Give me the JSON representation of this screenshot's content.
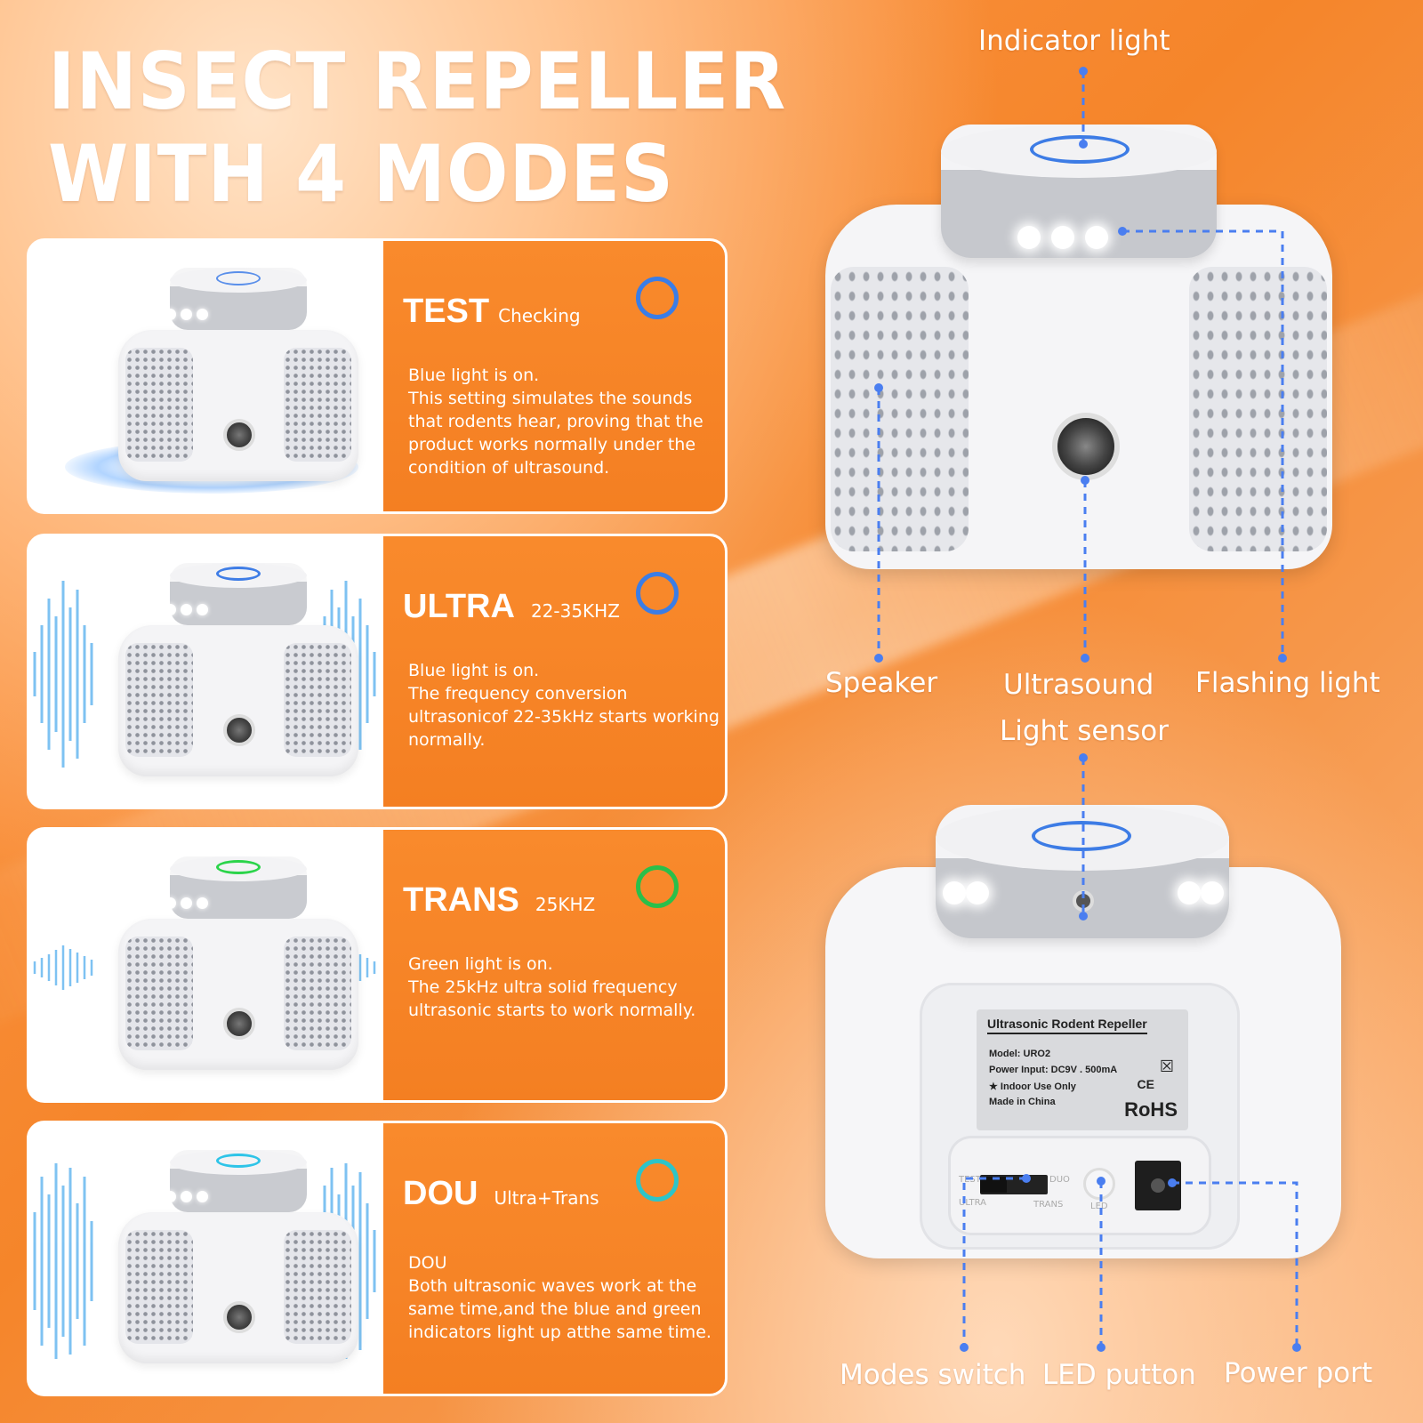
{
  "title_line1": "INSECT REPELLER",
  "title_line2": "WITH 4 MODES",
  "modes": [
    {
      "name": "TEST",
      "sub": "Checking",
      "ring_color": "#3b7de6",
      "desc": [
        "Blue light is on.",
        "This setting simulates the sounds",
        "that rodents hear, proving that the",
        "product works normally under the",
        "condition of ultrasound."
      ]
    },
    {
      "name": "ULTRA",
      "sub": "22-35KHZ",
      "ring_color": "#3b7de6",
      "desc": [
        "Blue light is on.",
        "The frequency conversion",
        "ultrasonicof 22-35kHz starts working",
        "normally."
      ]
    },
    {
      "name": "TRANS",
      "sub": "25KHZ",
      "ring_color": "#2bbf4a",
      "desc": [
        "Green light is on.",
        "The 25kHz ultra solid frequency",
        "ultrasonic starts to work normally."
      ]
    },
    {
      "name": "DOU",
      "sub": "Ultra+Trans",
      "ring_color": "#2ec4c8",
      "desc": [
        "DOU",
        "Both ultrasonic waves work at the",
        "same time,and the blue and green",
        "indicators light up atthe same time."
      ]
    }
  ],
  "callouts": {
    "indicator_light": "Indicator light",
    "speaker": "Speaker",
    "ultrasound": "Ultrasound",
    "flashing_light": "Flashing light",
    "light_sensor": "Light sensor",
    "modes_switch": "Modes switch",
    "led_button": "LED putton",
    "power_port": "Power port"
  },
  "device_label": {
    "title": "Ultrasonic Rodent Repeller",
    "model": "Model: URO2",
    "power": "Power Input: DC9V . 500mA",
    "indoor": "★ Indoor Use Only",
    "made": "Made in China",
    "ce": "CE",
    "rohs": "RoHS"
  },
  "switch_labels": {
    "ultra": "ULTRA",
    "test": "TEST",
    "trans": "TRANS",
    "duo": "DUO",
    "led": "LED"
  },
  "colors": {
    "accent_orange": "#f47f22",
    "line_blue": "#4a7ef0",
    "blue_led": "#3d7ce5",
    "green_led": "#2bbf4a",
    "cyan_led": "#2ec4c8"
  }
}
